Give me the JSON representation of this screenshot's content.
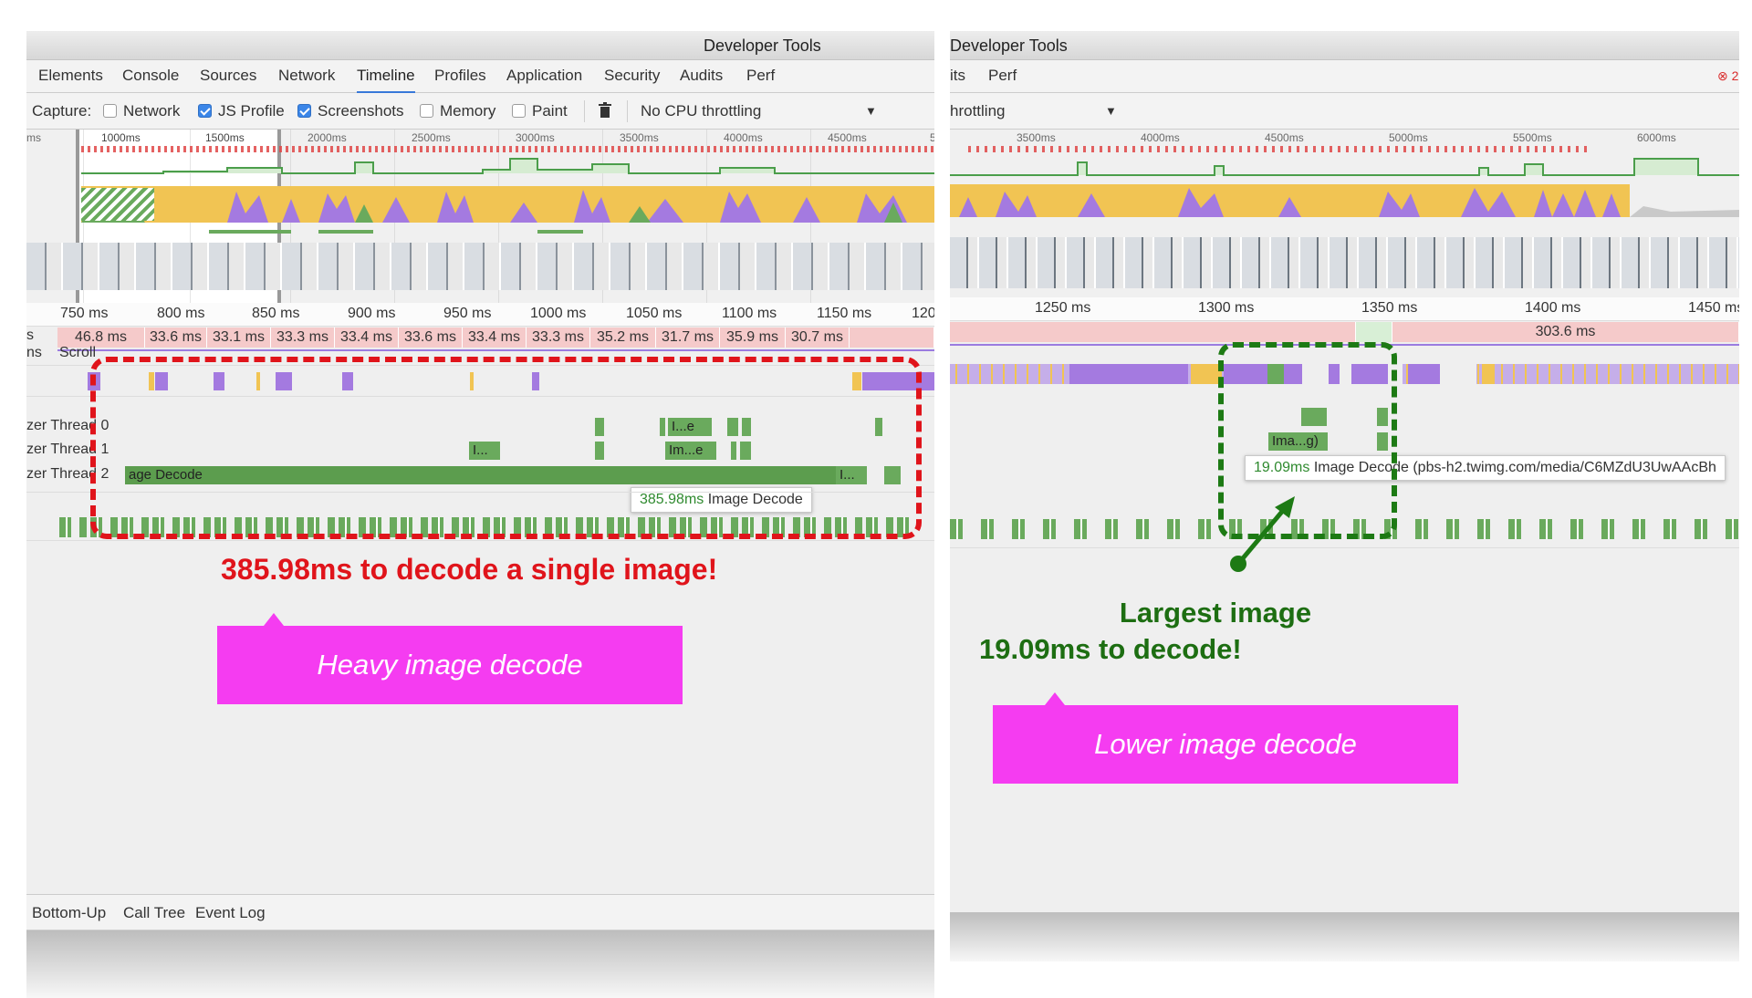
{
  "left": {
    "window_title": "Developer Tools",
    "tabs": [
      "Elements",
      "Console",
      "Sources",
      "Network",
      "Timeline",
      "Profiles",
      "Application",
      "Security",
      "Audits",
      "Perf"
    ],
    "active_tab": "Timeline",
    "capture_label": "Capture:",
    "capture_options": [
      {
        "label": "Network",
        "checked": false
      },
      {
        "label": "JS Profile",
        "checked": true
      },
      {
        "label": "Screenshots",
        "checked": true
      },
      {
        "label": "Memory",
        "checked": false
      },
      {
        "label": "Paint",
        "checked": false
      }
    ],
    "trash_icon": "trash-icon",
    "throttling": "No CPU throttling",
    "overview_ticks": [
      "ms",
      "1000ms",
      "1500ms",
      "2000ms",
      "2500ms",
      "3000ms",
      "3500ms",
      "4000ms",
      "4500ms",
      "5"
    ],
    "ruler_ticks": [
      "750 ms",
      "800 ms",
      "850 ms",
      "900 ms",
      "950 ms",
      "1000 ms",
      "1050 ms",
      "1100 ms",
      "1150 ms",
      "120"
    ],
    "frames_label": "s",
    "frame_times": [
      "46.8 ms",
      "33.6 ms",
      "33.1 ms",
      "33.3 ms",
      "33.4 ms",
      "33.6 ms",
      "33.4 ms",
      "33.3 ms",
      "35.2 ms",
      "31.7 ms",
      "35.9 ms",
      "30.7 ms"
    ],
    "interactions_label": "ns",
    "scroll_label": "Scroll",
    "raster_threads": [
      {
        "label": "zer Thread 0",
        "blocks": [
          "I...e"
        ]
      },
      {
        "label": "zer Thread 1",
        "blocks": [
          "I...",
          "Im...e"
        ]
      },
      {
        "label": "zer Thread 2",
        "blocks": [
          "age Decode",
          "I..."
        ]
      }
    ],
    "tooltip": {
      "duration": "385.98ms",
      "label": "Image Decode"
    },
    "bottom_tabs": [
      "Bottom-Up",
      "Call Tree",
      "Event Log"
    ],
    "annotation": "385.98ms to decode a single image!",
    "callout": "Heavy image decode"
  },
  "right": {
    "window_title": "Developer Tools",
    "tabs": [
      "its",
      "Perf"
    ],
    "error_count": "2",
    "throttling": "hrottling",
    "overview_ticks": [
      "3500ms",
      "4000ms",
      "4500ms",
      "5000ms",
      "5500ms",
      "6000ms"
    ],
    "ruler_ticks": [
      "1250 ms",
      "1300 ms",
      "1350 ms",
      "1400 ms",
      "1450 ms"
    ],
    "frame_time": "303.6 ms",
    "raster_block": "Ima...g)",
    "tooltip": {
      "duration": "19.09ms",
      "label": "Image Decode (pbs-h2.twimg.com/media/C6MZdU3UwAAcBh"
    },
    "annotation_line1": "Largest image",
    "annotation_line2": "19.09ms to decode!",
    "callout": "Lower image decode"
  },
  "colors": {
    "accent_tab": "#3879d9",
    "frame_bg": "#f5caca",
    "raster_green": "#6aaa5d",
    "painting_purple": "#a47ae0",
    "scripting_yellow": "#f1c453",
    "annotation_red": "#e0141b",
    "annotation_green": "#1d6e12",
    "callout_magenta": "#f53cf1"
  }
}
